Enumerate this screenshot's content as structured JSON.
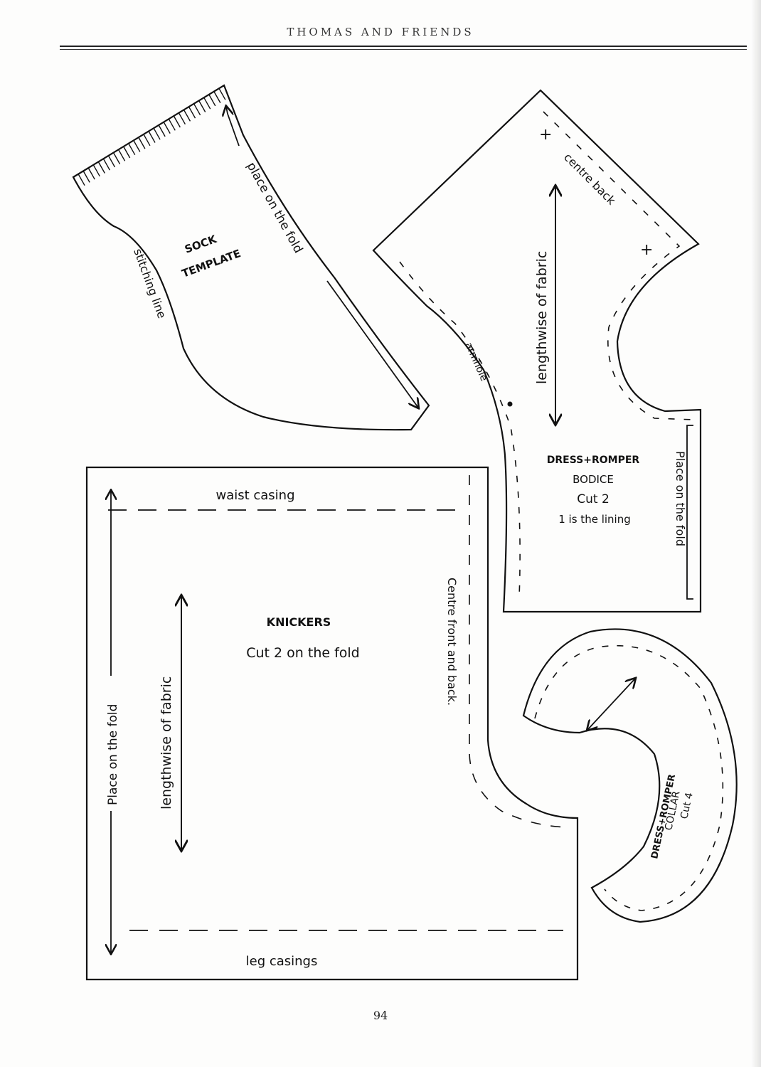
{
  "header": {
    "running_head": "THOMAS AND FRIENDS"
  },
  "footer": {
    "page_number": "94"
  },
  "sock": {
    "title_line1": "SOCK",
    "title_line2": "TEMPLATE",
    "fold_label": "place on the fold",
    "stitch_label": "stitching line"
  },
  "bodice": {
    "centre_back": "centre back",
    "grain": "lengthwise of fabric",
    "armhole": "armhole",
    "fold_label": "Place on the fold",
    "title_line1": "DRESS+ROMPER",
    "title_line2": "BODICE",
    "title_line3": "Cut 2",
    "title_line4": "1 is the lining"
  },
  "knickers": {
    "waist": "waist casing",
    "leg": "leg casings",
    "grain": "lengthwise of fabric",
    "fold_label": "Place on the fold",
    "centre": "Centre front and back.",
    "title_line1": "KNICKERS",
    "title_line2": "Cut 2 on the fold"
  },
  "collar": {
    "title_line1": "DRESS+ROMPER",
    "title_line2": "COLLAR",
    "title_line3": "Cut 4"
  }
}
